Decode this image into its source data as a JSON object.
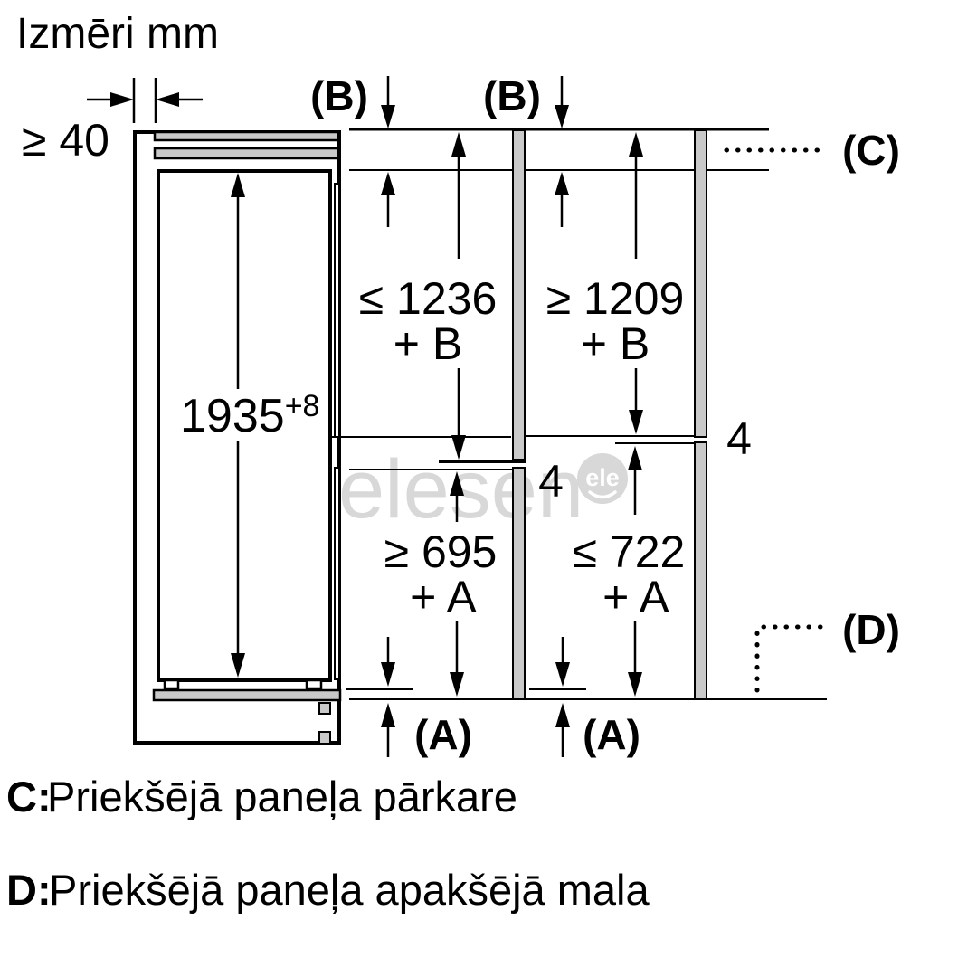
{
  "title": "Izmēri mm",
  "labels": {
    "min_wall_gap": "≥ 40",
    "b_top_1": "(B)",
    "b_top_2": "(B)",
    "c_marker": "(C)",
    "d_marker": "(D)",
    "a_bottom_1": "(A)",
    "a_bottom_2": "(A)",
    "gap_mid_left": "4",
    "gap_mid_right": "4"
  },
  "dimensions": {
    "niche_height": {
      "value": "1935",
      "tolerance": "+8"
    },
    "upper_door_max": {
      "value": "≤ 1236",
      "suffix": "+ B"
    },
    "upper_door_min": {
      "value": "≥ 1209",
      "suffix": "+ B"
    },
    "lower_door_min": {
      "value": "≥ 695",
      "suffix": "+ A"
    },
    "lower_door_max": {
      "value": "≤ 722",
      "suffix": "+ A"
    }
  },
  "legend": {
    "c_key": "C:",
    "c_text": "Priekšējā paneļa pārkare",
    "d_key": "D:",
    "d_text": "Priekšējā paneļa apakšējā mala"
  },
  "watermark": {
    "text": "elesen",
    "badge": "ele"
  },
  "colors": {
    "line": "#000000",
    "panel_fill": "#c9c9c9",
    "watermark": "#d8d8d8"
  }
}
